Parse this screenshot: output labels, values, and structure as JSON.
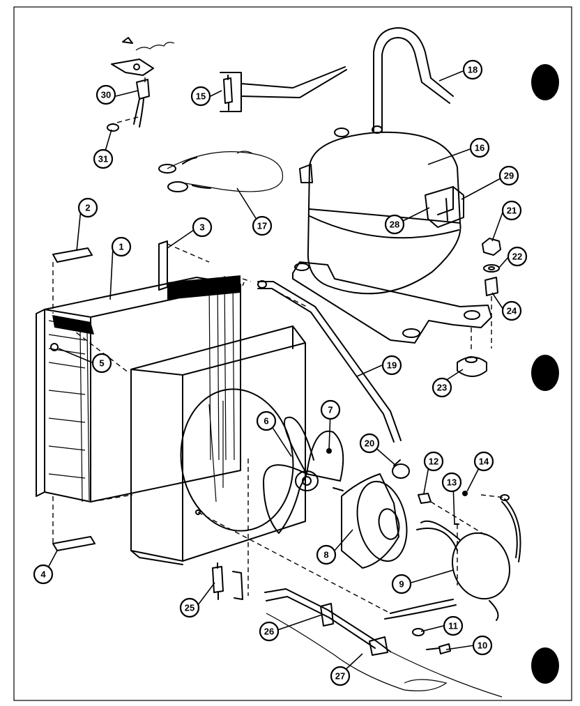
{
  "callouts": [
    {
      "id": "c1",
      "label": "1"
    },
    {
      "id": "c2",
      "label": "2"
    },
    {
      "id": "c3",
      "label": "3"
    },
    {
      "id": "c4",
      "label": "4"
    },
    {
      "id": "c5",
      "label": "5"
    },
    {
      "id": "c6",
      "label": "6"
    },
    {
      "id": "c7",
      "label": "7"
    },
    {
      "id": "c8",
      "label": "8"
    },
    {
      "id": "c9",
      "label": "9"
    },
    {
      "id": "c10",
      "label": "10"
    },
    {
      "id": "c11",
      "label": "11"
    },
    {
      "id": "c12",
      "label": "12"
    },
    {
      "id": "c13",
      "label": "13"
    },
    {
      "id": "c14",
      "label": "14"
    },
    {
      "id": "c15",
      "label": "15"
    },
    {
      "id": "c16",
      "label": "16"
    },
    {
      "id": "c17",
      "label": "17"
    },
    {
      "id": "c18",
      "label": "18"
    },
    {
      "id": "c19",
      "label": "19"
    },
    {
      "id": "c20",
      "label": "20"
    },
    {
      "id": "c21",
      "label": "21"
    },
    {
      "id": "c22",
      "label": "22"
    },
    {
      "id": "c23",
      "label": "23"
    },
    {
      "id": "c24",
      "label": "24"
    },
    {
      "id": "c25",
      "label": "25"
    },
    {
      "id": "c26",
      "label": "26"
    },
    {
      "id": "c27",
      "label": "27"
    },
    {
      "id": "c28",
      "label": "28"
    },
    {
      "id": "c29",
      "label": "29"
    },
    {
      "id": "c30",
      "label": "30"
    },
    {
      "id": "c31",
      "label": "31"
    }
  ]
}
